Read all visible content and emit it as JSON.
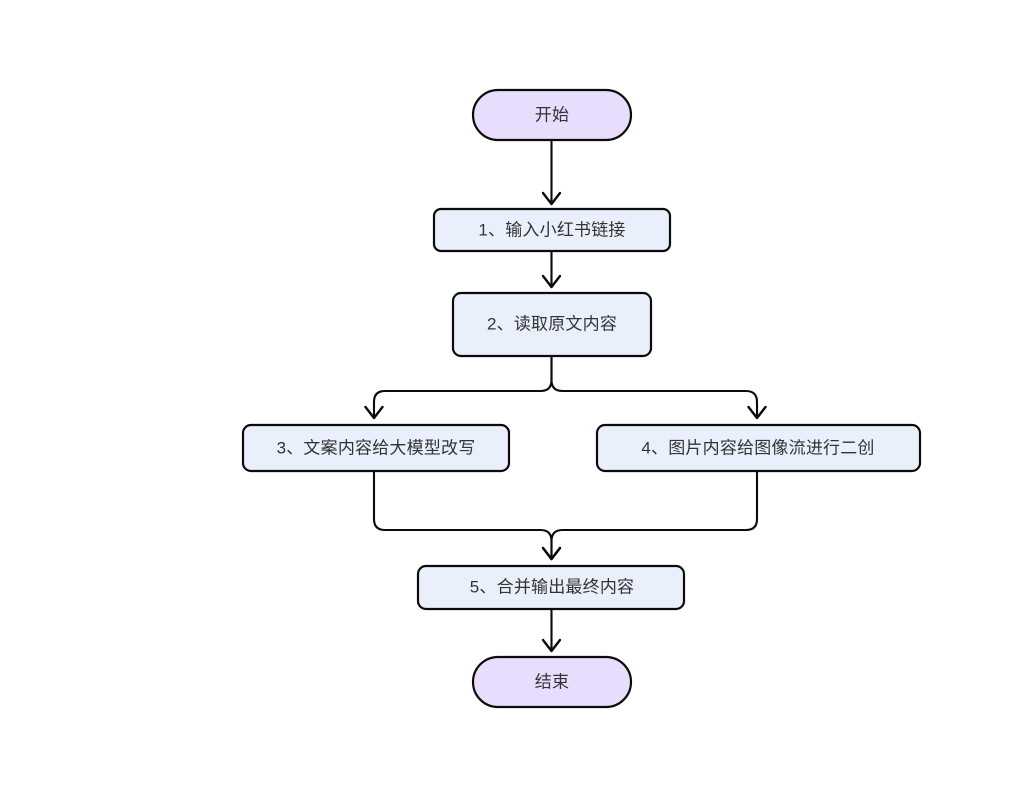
{
  "diagram": {
    "type": "flowchart",
    "direction": "top-down",
    "background_color": "#ffffff",
    "palette": {
      "terminal_fill": "#e8ddfd",
      "process_fill": "#eaf0fb",
      "node_border": "#0b0b0b",
      "edge_color": "#0b0b0b",
      "text_color": "#333333"
    },
    "nodes": [
      {
        "id": "start",
        "shape": "stadium",
        "label": "开始"
      },
      {
        "id": "step1",
        "shape": "rounded-rect",
        "label": "1、输入小红书链接"
      },
      {
        "id": "step2",
        "shape": "rounded-rect",
        "label": "2、读取原文内容"
      },
      {
        "id": "step3",
        "shape": "rounded-rect",
        "label": "3、文案内容给大模型改写"
      },
      {
        "id": "step4",
        "shape": "rounded-rect",
        "label": "4、图片内容给图像流进行二创"
      },
      {
        "id": "step5",
        "shape": "rounded-rect",
        "label": "5、合并输出最终内容"
      },
      {
        "id": "end",
        "shape": "stadium",
        "label": "结束"
      }
    ],
    "edges": [
      {
        "from": "start",
        "to": "step1",
        "label": "",
        "style": "arrow-down"
      },
      {
        "from": "step1",
        "to": "step2",
        "label": "",
        "style": "arrow-down"
      },
      {
        "from": "step2",
        "to": "step3",
        "label": "",
        "style": "branch-left"
      },
      {
        "from": "step2",
        "to": "step4",
        "label": "",
        "style": "branch-right"
      },
      {
        "from": "step3",
        "to": "step5",
        "label": "",
        "style": "merge-right"
      },
      {
        "from": "step4",
        "to": "step5",
        "label": "",
        "style": "merge-left"
      },
      {
        "from": "step5",
        "to": "end",
        "label": "",
        "style": "arrow-down"
      }
    ]
  }
}
